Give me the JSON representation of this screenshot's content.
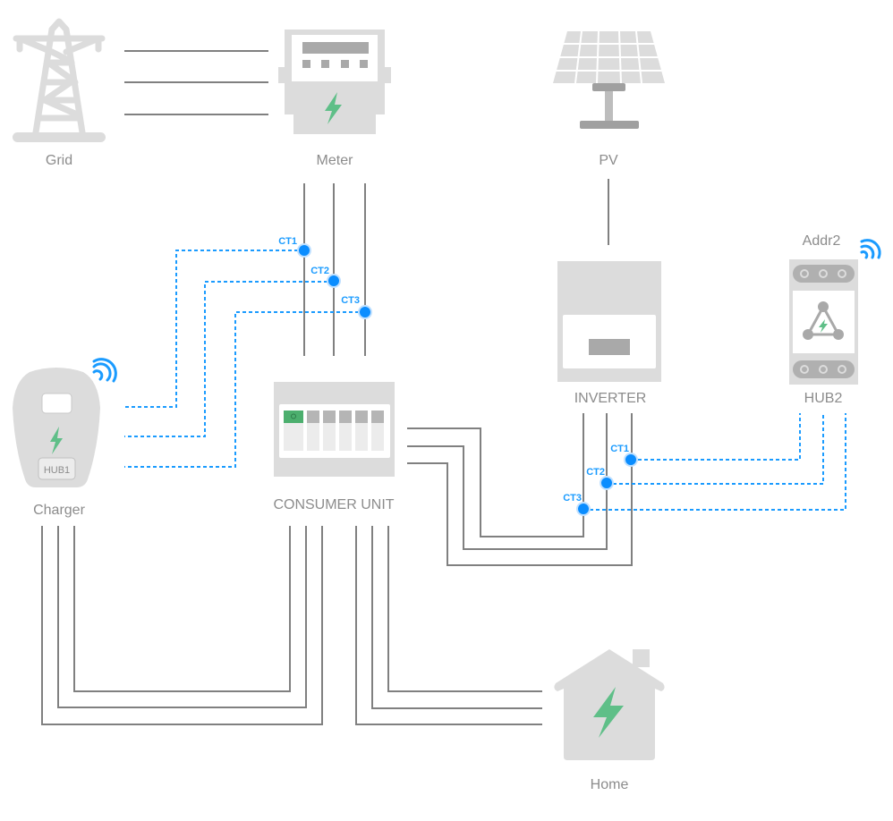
{
  "diagram": {
    "title": "Energy system wiring diagram",
    "nodes": {
      "grid": {
        "label": "Grid",
        "icon": "pylon-icon"
      },
      "meter": {
        "label": "Meter",
        "icon": "meter-icon"
      },
      "pv": {
        "label": "PV",
        "icon": "solar-panel-icon"
      },
      "inverter": {
        "label": "INVERTER",
        "icon": "inverter-icon"
      },
      "hub2": {
        "label": "HUB2",
        "address": "Addr2",
        "icon": "hub-icon"
      },
      "charger": {
        "label": "Charger",
        "badge": "HUB1",
        "icon": "ev-charger-icon"
      },
      "consumer_unit": {
        "label": "CONSUMER UNIT",
        "icon": "consumer-unit-icon"
      },
      "home": {
        "label": "Home",
        "icon": "house-icon"
      }
    },
    "ct_clamps_meter": [
      "CT1",
      "CT2",
      "CT3"
    ],
    "ct_clamps_inverter": [
      "CT1",
      "CT2",
      "CT3"
    ],
    "colors": {
      "wire": "#808080",
      "ct_link": "#1a9bff",
      "device": "#dcdcdc",
      "bolt": "#5fbf88"
    }
  }
}
